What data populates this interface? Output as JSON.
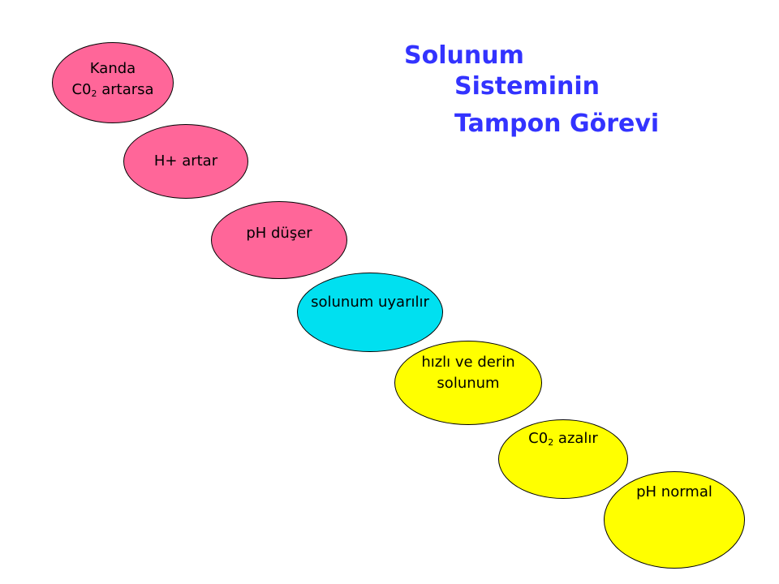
{
  "title": {
    "line1": "Solunum",
    "line2": "Sisteminin",
    "line3": "Tampon Görevi",
    "color": "#3333ff"
  },
  "colors": {
    "pink": "#ff6699",
    "cyan": "#00e0f0",
    "yellow": "#ffff00"
  },
  "nodes": [
    {
      "line1": "Kanda",
      "line2_prefix": "C0",
      "line2_sub": "2",
      "line2_suffix": " artarsa",
      "fill": "#ff6699"
    },
    {
      "text": "H+ artar",
      "fill": "#ff6699"
    },
    {
      "text": "pH düşer",
      "fill": "#ff6699"
    },
    {
      "text": "solunum uyarılır",
      "fill": "#00e0f0"
    },
    {
      "line1": "hızlı ve derin",
      "line2": "solunum",
      "fill": "#ffff00"
    },
    {
      "prefix": "C0",
      "sub": "2",
      "suffix": " azalır",
      "fill": "#ffff00"
    },
    {
      "text": "pH normal",
      "fill": "#ffff00"
    }
  ]
}
